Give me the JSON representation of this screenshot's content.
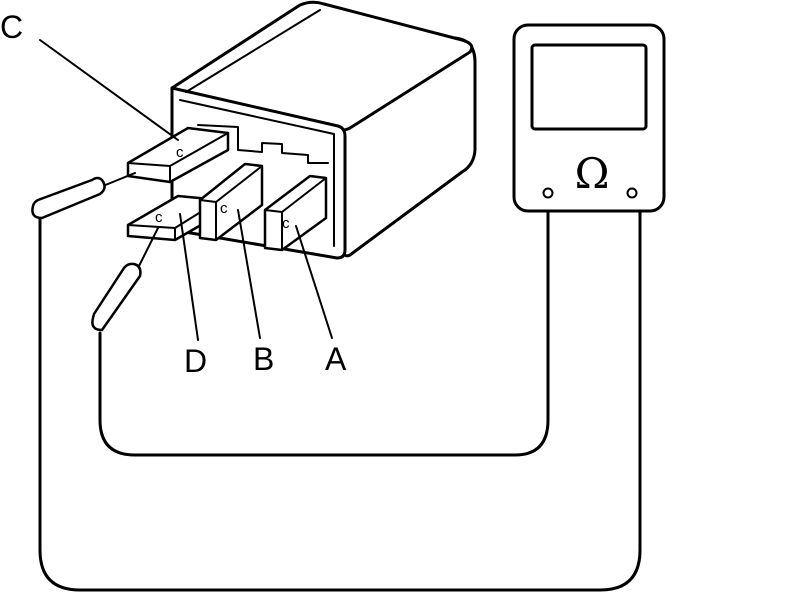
{
  "terminals": {
    "a": "A",
    "b": "B",
    "c": "C",
    "d": "D"
  },
  "terminal_mark": "c",
  "meter": {
    "symbol": "Ω",
    "icon": "ohmmeter-icon"
  }
}
